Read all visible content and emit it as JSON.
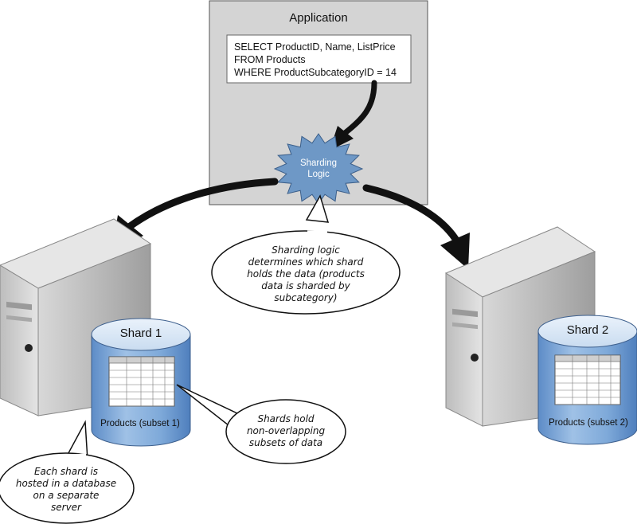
{
  "application": {
    "title": "Application",
    "query_lines": [
      "SELECT ProductID, Name, ListPrice",
      "FROM Products",
      "WHERE ProductSubcategoryID = 14"
    ]
  },
  "sharding_logic": {
    "label_lines": [
      "Sharding",
      "Logic"
    ]
  },
  "shards": [
    {
      "title": "Shard 1",
      "table_label": "Products (subset 1)"
    },
    {
      "title": "Shard 2",
      "table_label": "Products (subset 2)"
    }
  ],
  "callouts": {
    "sharding_logic": [
      "Sharding logic",
      "determines which shard",
      "holds the data (products",
      "data is sharded by",
      "subcategory)"
    ],
    "shards_hold": [
      "Shards hold",
      "non-overlapping",
      "subsets of data"
    ],
    "each_shard": [
      "Each shard is",
      "hosted in a database",
      "on a separate",
      "server"
    ]
  },
  "colors": {
    "app_box": "#d4d4d4",
    "logic_burst": "#6e98c6",
    "cylinder": "#7aa5d8",
    "server": "#c8c8c8"
  }
}
